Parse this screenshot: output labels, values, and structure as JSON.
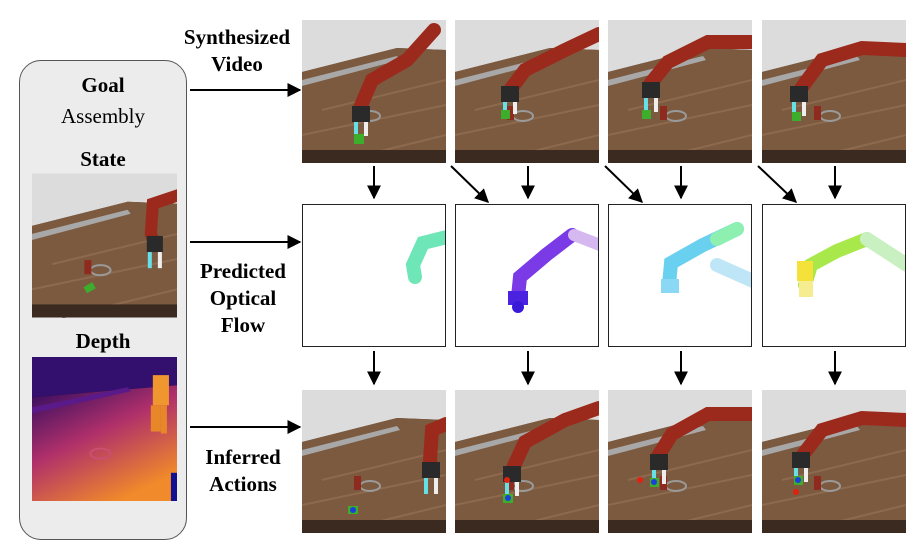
{
  "left_panel": {
    "goal_label": "Goal",
    "task_label": "Assembly",
    "state_label": "State",
    "depth_label": "Depth"
  },
  "rows": {
    "synthesized_video": [
      "Synthesized",
      "Video"
    ],
    "predicted_optical_flow": [
      "Predicted",
      "Optical",
      "Flow"
    ],
    "inferred_actions": [
      "Inferred",
      "Actions"
    ]
  },
  "colors": {
    "robot_arm": "#9c2a1c",
    "table_wood": "#7a5840",
    "floor": "#d8d8d8",
    "flow_1": "#5fe3b0",
    "flow_2": "#4a22e0",
    "flow_3": "#6ad0f0",
    "flow_4": "#b8f060",
    "depth_purple": "#4a1a8a",
    "depth_orange": "#f08a2a"
  }
}
